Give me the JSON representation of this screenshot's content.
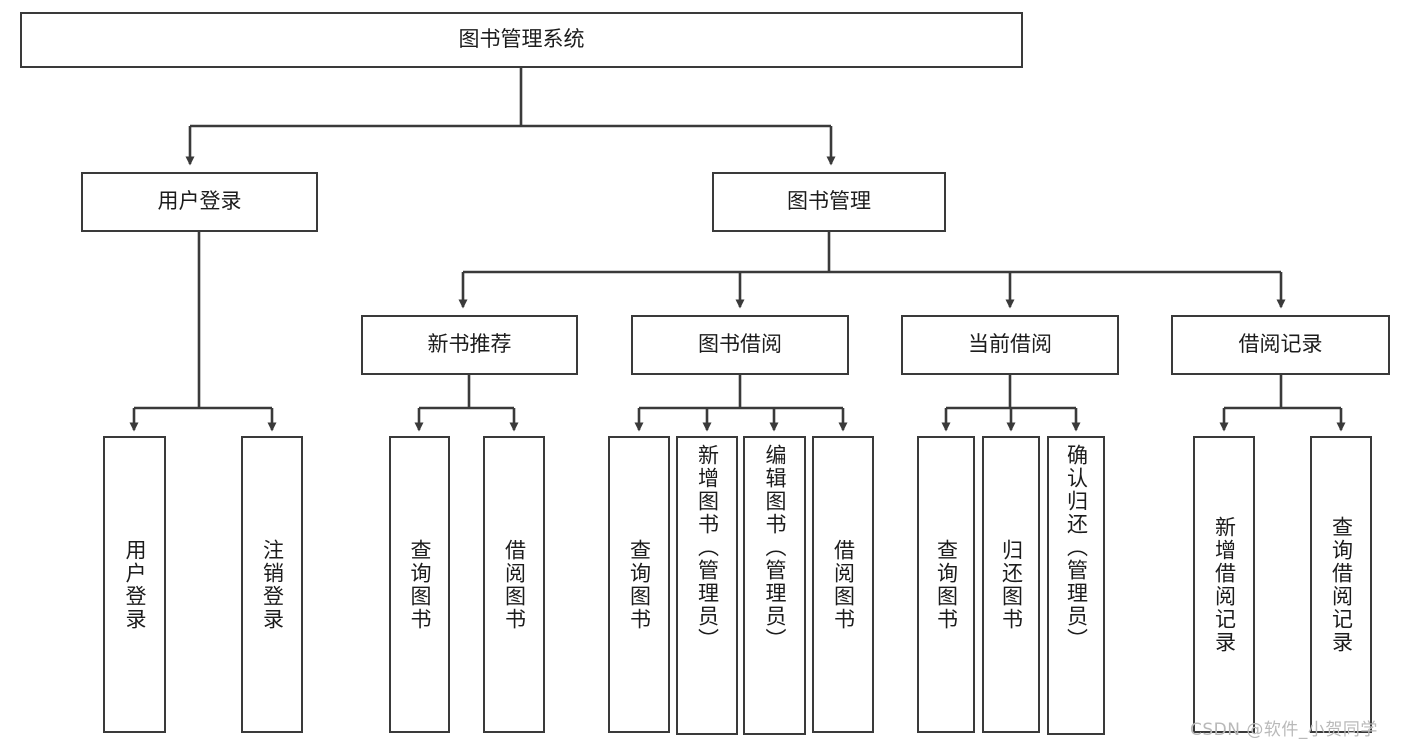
{
  "diagram": {
    "title": "图书管理系统",
    "type": "tree",
    "watermark": "CSDN @软件_小贺同学",
    "colors": {
      "stroke": "#3a3a3a",
      "fill": "#ffffff",
      "text": "#1c1c1c",
      "watermark": "#b9b9b9"
    },
    "nodes": {
      "root": "图书管理系统",
      "level1": [
        "用户登录",
        "图书管理"
      ],
      "level2": [
        "新书推荐",
        "图书借阅",
        "当前借阅",
        "借阅记录"
      ],
      "leaves": {
        "user_login": [
          "用户登录",
          "注销登录"
        ],
        "new_book_recommend": [
          "查询图书",
          "借阅图书"
        ],
        "book_borrow": [
          "查询图书",
          "新增图书（管理员）",
          "编辑图书（管理员）",
          "借阅图书"
        ],
        "current_borrow": [
          "查询图书",
          "归还图书",
          "确认归还（管理员）"
        ],
        "borrow_record": [
          "新增借阅记录",
          "查询借阅记录"
        ]
      }
    },
    "edges": [
      {
        "from": "图书管理系统",
        "to": "用户登录"
      },
      {
        "from": "图书管理系统",
        "to": "图书管理"
      },
      {
        "from": "图书管理",
        "to": "新书推荐"
      },
      {
        "from": "图书管理",
        "to": "图书借阅"
      },
      {
        "from": "图书管理",
        "to": "当前借阅"
      },
      {
        "from": "图书管理",
        "to": "借阅记录"
      },
      {
        "from": "用户登录",
        "to": "用户登录"
      },
      {
        "from": "用户登录",
        "to": "注销登录"
      },
      {
        "from": "新书推荐",
        "to": "查询图书"
      },
      {
        "from": "新书推荐",
        "to": "借阅图书"
      },
      {
        "from": "图书借阅",
        "to": "查询图书"
      },
      {
        "from": "图书借阅",
        "to": "新增图书（管理员）"
      },
      {
        "from": "图书借阅",
        "to": "编辑图书（管理员）"
      },
      {
        "from": "图书借阅",
        "to": "借阅图书"
      },
      {
        "from": "当前借阅",
        "to": "查询图书"
      },
      {
        "from": "当前借阅",
        "to": "归还图书"
      },
      {
        "from": "当前借阅",
        "to": "确认归还（管理员）"
      },
      {
        "from": "借阅记录",
        "to": "新增借阅记录"
      },
      {
        "from": "借阅记录",
        "to": "查询借阅记录"
      }
    ]
  }
}
